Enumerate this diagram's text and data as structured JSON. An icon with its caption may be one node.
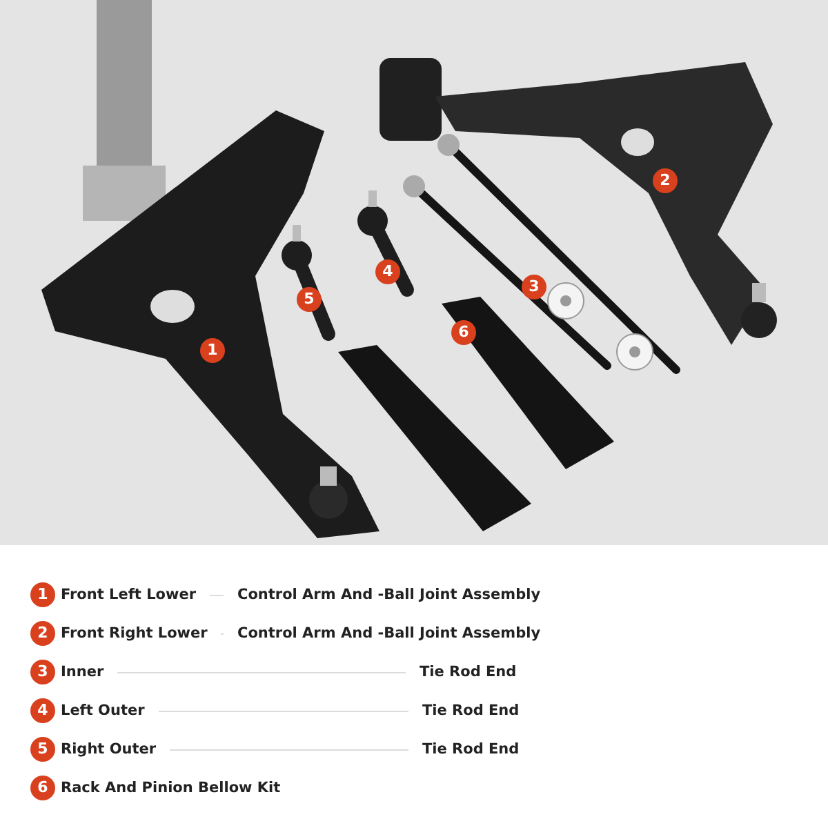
{
  "diagram": {
    "labels": [
      "2",
      "4",
      "3",
      "5",
      "6",
      "1",
      "1",
      "Front Left Lower",
      "Control Arm And -Ball Joint Assembly",
      "2",
      "Front Right Lower",
      "Control Arm And -Ball Joint Assembly",
      "3",
      "Inner",
      "Tie Rod End",
      "4",
      "Left Outer",
      "Tie Rod End",
      "5",
      "Right Outer",
      "Tie Rod End",
      "6",
      "Rack And Pinion Bellow Kit"
    ]
  }
}
